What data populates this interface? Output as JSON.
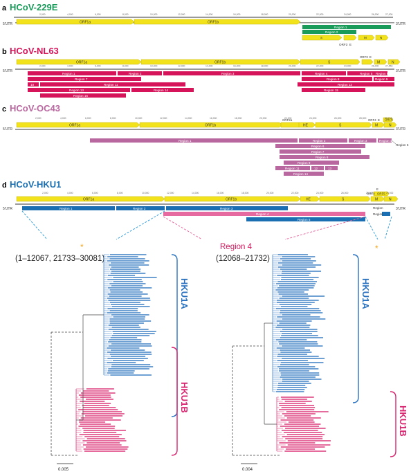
{
  "colors": {
    "orf_fill": "#f2e21b",
    "orf_stroke": "#b9a800",
    "backbone": "#9a9a9a",
    "green": "#1a9b5a",
    "crimson": "#d6145a",
    "mauve": "#b9679f",
    "blue": "#1a6fb2",
    "pink": "#e66aa0",
    "hku1a": "#2a72c0",
    "hku1b": "#d8246e",
    "dash": "#38a0dc",
    "star": "#f5a623",
    "tree_line": "#444444"
  },
  "panels": [
    {
      "letter": "a",
      "title": "HCoV-229E",
      "title_color": "#1a9b5a",
      "ticks": [
        "2,000",
        "4,000",
        "6,000",
        "8,000",
        "10,000",
        "12,000",
        "14,000",
        "16,000",
        "18,000",
        "20,000",
        "22,000",
        "24,000",
        "26,000",
        "27,000"
      ],
      "utr5": "5'UTR",
      "utr3": "3'UTR",
      "orf_labels": [
        "ORF1a",
        "ORF1b",
        "S",
        "ORF3",
        "E",
        "M",
        "N"
      ],
      "regions": [
        "Region 1",
        "Region 2"
      ]
    },
    {
      "letter": "b",
      "title": "HCoV-NL63",
      "title_color": "#d6145a",
      "ticks": [
        "2,000",
        "4,000",
        "6,000",
        "8,000",
        "10,000",
        "12,000",
        "14,000",
        "16,000",
        "18,000",
        "20,000",
        "22,000",
        "24,000",
        "26,000",
        "27,553"
      ],
      "utr5": "5'UTR",
      "utr3": "3'UTR",
      "orf_labels": [
        "ORF1a",
        "ORF1b",
        "S",
        "ORF3",
        "E",
        "M",
        "N"
      ],
      "regions": [
        "Region 1",
        "Region 2",
        "Region 3",
        "Region 4",
        "Region 5",
        "Region 6",
        "Region 7",
        "Region 8",
        "Region 9",
        "10",
        "Region 11",
        "Region 12",
        "Region 13",
        "Region 14",
        "Region 15",
        "Region 16"
      ]
    },
    {
      "letter": "c",
      "title": "HCoV-OC43",
      "title_color": "#b9679f",
      "ticks": [
        "2,000",
        "4,000",
        "6,000",
        "8,000",
        "10,000",
        "12,000",
        "14,000",
        "16,000",
        "18,000",
        "20,000",
        "22,000",
        "24,000",
        "26,000",
        "28,000",
        "30,713"
      ],
      "utr5": "5'UTR",
      "utr3": "3'UTR",
      "orf_labels": [
        "ORF1a",
        "ORF1b",
        "ORF2a",
        "HE",
        "S",
        "ORF4",
        "E",
        "M",
        "ORF5",
        "N"
      ],
      "regions": [
        "Region 1",
        "Region 2",
        "Region 3",
        "Region 4",
        "Region 5",
        "Region 6",
        "Region 7",
        "Region 8",
        "Region 9",
        "Region 10",
        "Region 11",
        "12",
        "13",
        "Region 14"
      ]
    },
    {
      "letter": "d",
      "title": "HCoV-HKU1",
      "title_color": "#1a6fb2",
      "ticks": [
        "2,000",
        "4,000",
        "6,000",
        "8,000",
        "10,000",
        "12,000",
        "14,000",
        "16,000",
        "18,000",
        "20,000",
        "22,000",
        "24,000",
        "26,000",
        "28,000",
        "29,932"
      ],
      "utr5": "5'UTR",
      "utr3": "3'UTR",
      "orf_labels": [
        "ORF1a",
        "ORF1b",
        "HE",
        "S",
        "ORF4",
        "E",
        "M",
        "ORF5",
        "N"
      ],
      "regions": [
        "Region 1",
        "Region 2",
        "Region 3",
        "Region 4",
        "Region 5",
        "Region",
        "Region"
      ]
    }
  ],
  "trees": {
    "left_label": "(1–12067, 21733–30081)",
    "right_title": "Region 4",
    "right_label": "(12068–21732)",
    "clade_a": "HKU1A",
    "clade_b": "HKU1B",
    "scale_left": "0.005",
    "scale_right": "0.004"
  }
}
